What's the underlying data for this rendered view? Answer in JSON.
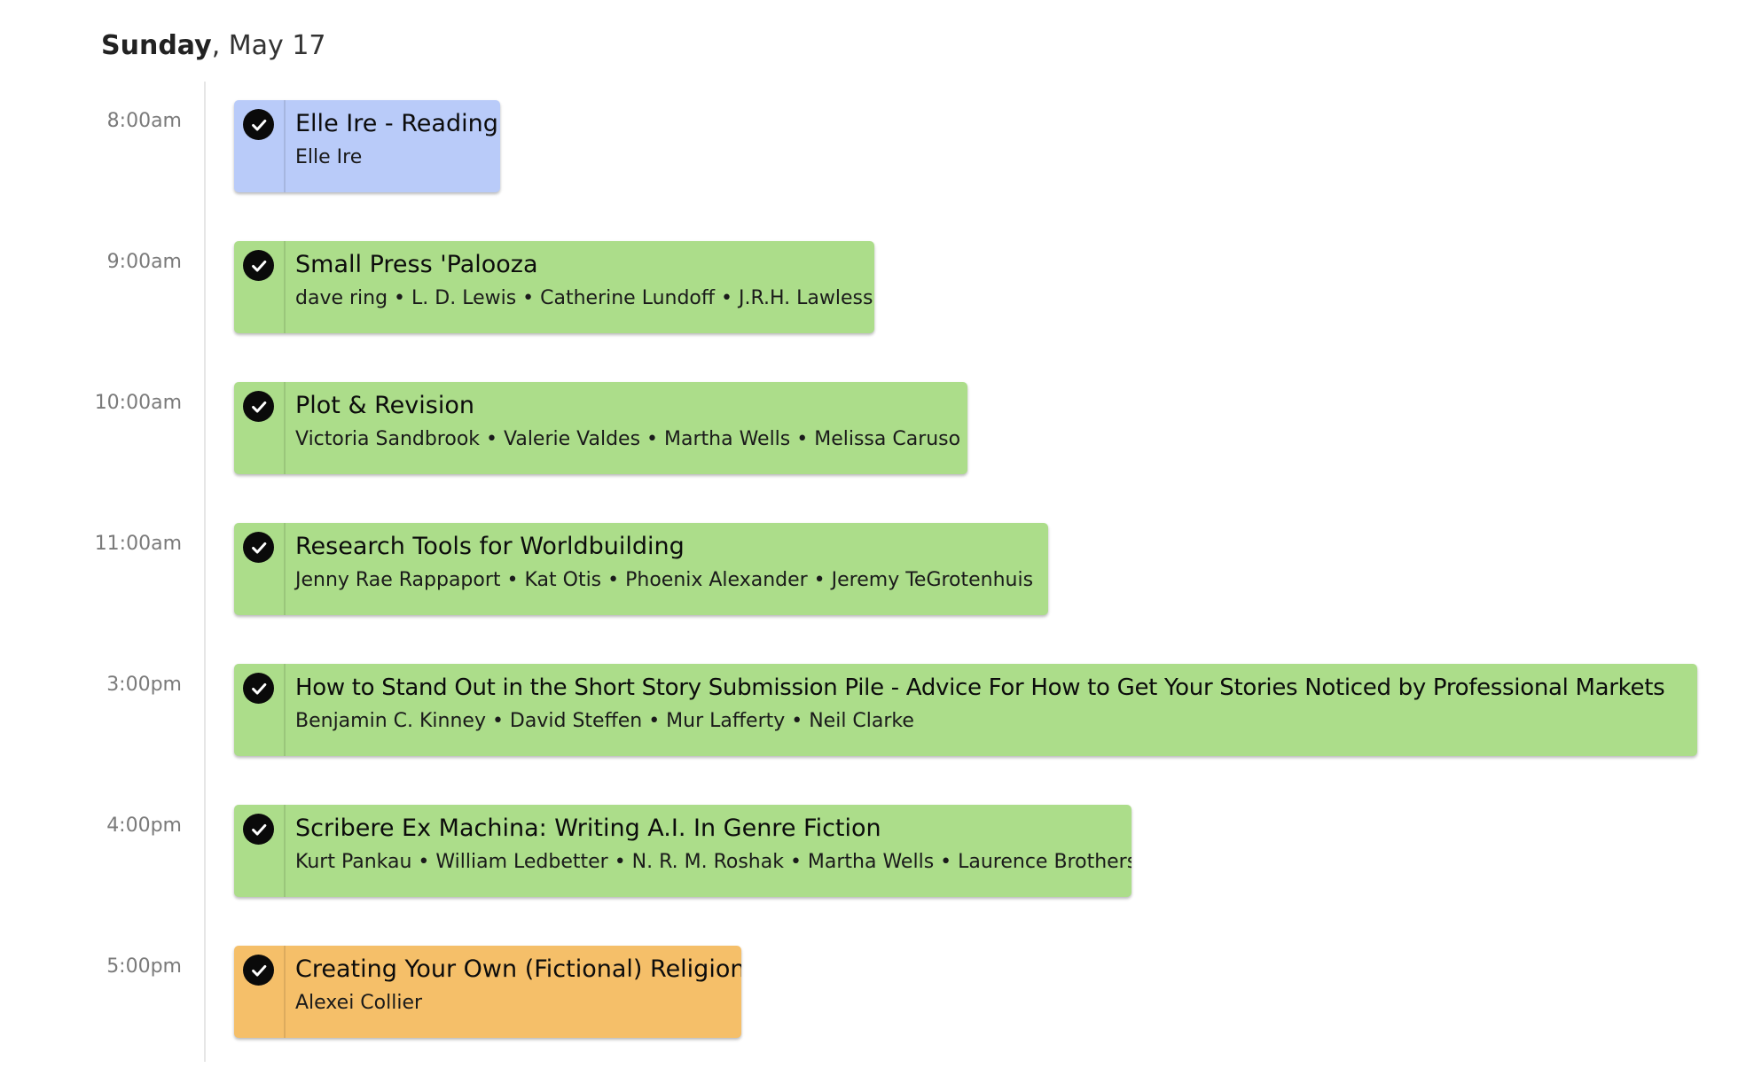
{
  "header": {
    "day_name": "Sunday",
    "date_rest": ", May 17"
  },
  "colors": {
    "blue": "#b9cbf9",
    "green": "#acdd8a",
    "orange": "#f5bf69"
  },
  "events": [
    {
      "time": "8:00am",
      "title": "Elle Ire - Reading",
      "people": "Elle Ire",
      "color": "blue",
      "checked": true
    },
    {
      "time": "9:00am",
      "title": "Small Press 'Palooza",
      "people": "dave ring • L. D. Lewis • Catherine Lundoff • J.R.H. Lawless",
      "color": "green",
      "checked": true
    },
    {
      "time": "10:00am",
      "title": "Plot & Revision",
      "people": "Victoria Sandbrook • Valerie Valdes • Martha Wells • Melissa Caruso",
      "color": "green",
      "checked": true
    },
    {
      "time": "11:00am",
      "title": "Research Tools for Worldbuilding",
      "people": "Jenny Rae Rappaport • Kat Otis • Phoenix Alexander • Jeremy TeGrotenhuis",
      "color": "green",
      "checked": true
    },
    {
      "time": "3:00pm",
      "title": "How to Stand Out in the Short Story Submission Pile - Advice For How to Get Your Stories Noticed by Professional Markets",
      "people": "Benjamin C. Kinney • David Steffen • Mur Lafferty • Neil Clarke",
      "color": "green",
      "checked": true
    },
    {
      "time": "4:00pm",
      "title": "Scribere Ex Machina: Writing A.I. In Genre Fiction",
      "people": "Kurt Pankau • William Ledbetter • N. R. M. Roshak • Martha Wells • Laurence Brothers",
      "color": "green",
      "checked": true
    },
    {
      "time": "5:00pm",
      "title": "Creating Your Own (Fictional) Religion",
      "people": "Alexei Collier",
      "color": "orange",
      "checked": true
    }
  ]
}
